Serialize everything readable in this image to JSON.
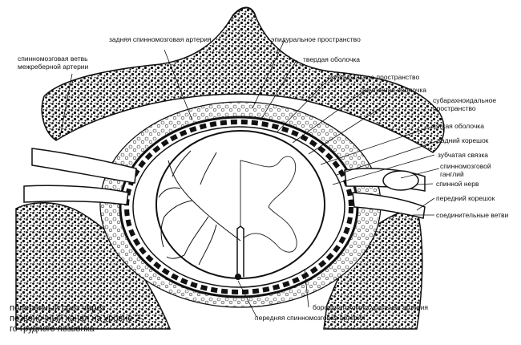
{
  "labels": {
    "posterior_spinal_artery": "задняя спинномозговая артерия",
    "spinal_branch_intercostal": "спинномозговая ветвь межреберной артерии",
    "epidural_space": "эпидуральное пространство",
    "dura_mater": "твердая оболочка",
    "subdural_space": "субдуральное пространство",
    "arachnoid": "паутинная оболочка",
    "subarachnoid_space": "субарахноидальное пространство",
    "pia_mater": "мягкая оболочка",
    "posterior_root": "задний корешок",
    "denticulate_ligament": "зубчатая связка",
    "spinal_ganglion": "спинномозговой ганглий",
    "spinal_nerve": "спинной нерв",
    "anterior_root": "передний корешок",
    "communicating_branches": "соединительные ветви",
    "sulcocommissural_artery": "бороздчатокомиссуральная артерия",
    "anterior_spinal_artery": "передняя спинномозговая артерия"
  },
  "caption": "поперечный срез через позвоночный канал на уровне 2-го грудного позвонка"
}
